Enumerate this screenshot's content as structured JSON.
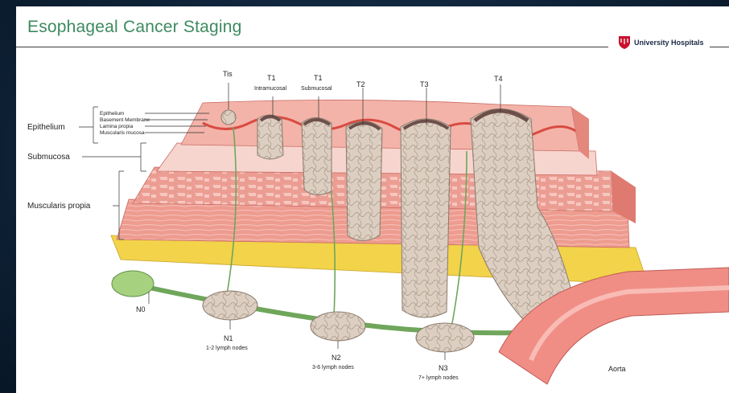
{
  "title": "Esophageal Cancer Staging",
  "logo": {
    "text": "University Hospitals",
    "icon": "university-hospitals-shield-icon",
    "color": "#c8102e"
  },
  "left_labels": {
    "epithelium": "Epithelium",
    "submucosa": "Submucosa",
    "muscularis_propia": "Muscularis propia"
  },
  "sublayers": [
    "Epithelium",
    "Basement Membrane",
    "Lamina propia",
    "Muscularis mucosa"
  ],
  "t_stages": [
    {
      "label": "Tis",
      "sub": ""
    },
    {
      "label": "T1",
      "sub": "Intramucosal"
    },
    {
      "label": "T1",
      "sub": "Submucosal"
    },
    {
      "label": "T2",
      "sub": ""
    },
    {
      "label": "T3",
      "sub": ""
    },
    {
      "label": "T4",
      "sub": ""
    }
  ],
  "n_stages": [
    {
      "label": "N0",
      "sub": ""
    },
    {
      "label": "N1",
      "sub": "1-2 lymph nodes"
    },
    {
      "label": "N2",
      "sub": "3-6 lymph nodes"
    },
    {
      "label": "N3",
      "sub": "7+ lymph nodes"
    }
  ],
  "aorta": "Aorta",
  "colors": {
    "title": "#3d8a5e",
    "mucosa": "#f3b3a8",
    "muscle": "#e98f86",
    "fat": "#f2d34a",
    "tumor": "#d9cbbd",
    "lymph": "#7fb36a"
  }
}
